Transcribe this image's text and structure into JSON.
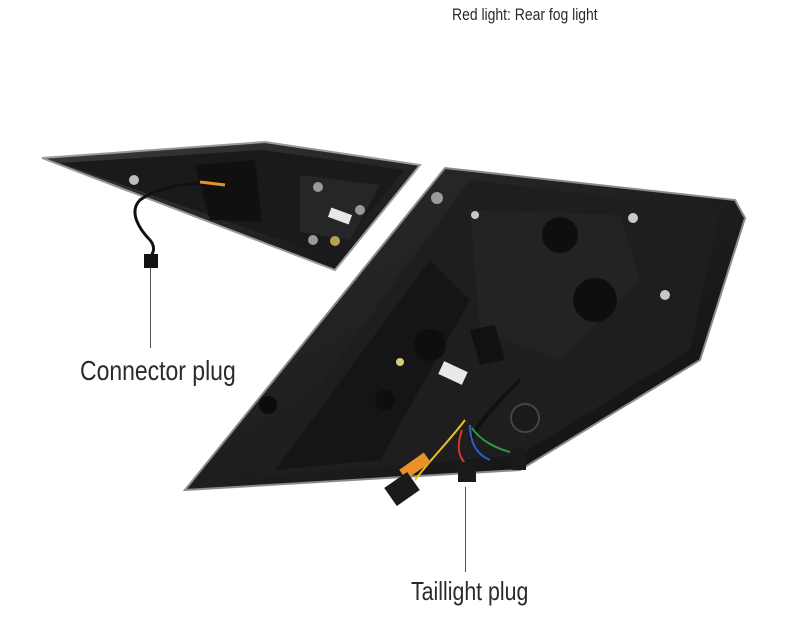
{
  "labels": {
    "fog_light": "Red light: Rear fog light",
    "connector_plug": "Connector plug",
    "taillight_plug": "Taillight plug"
  },
  "colors": {
    "housing": "#1c1c1e",
    "housing_edge": "#8a8a8a",
    "wire_orange": "#e8902a",
    "wire_yellow": "#e6c21f",
    "wire_blue": "#2a62c8",
    "wire_green": "#2f9a3c",
    "wire_red": "#d23a2a"
  }
}
